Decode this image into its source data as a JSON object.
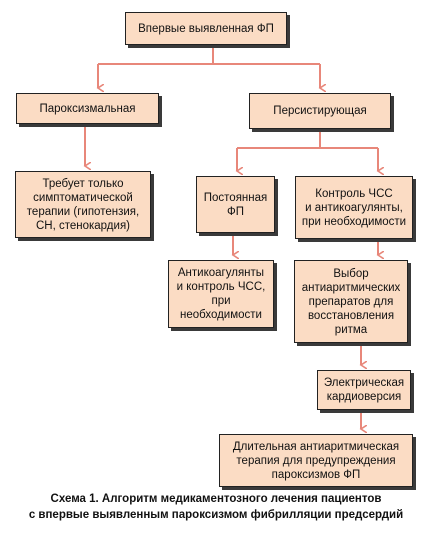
{
  "nodes": {
    "first_af": "Впервые выявленная ФП",
    "paroxysmal": "Пароксизмальная",
    "persistent": "Персистирующая",
    "symptomatic_only": "Требует только\nсимптоматической\nтерапии (гипотензия,\nСН, стенокардия)",
    "permanent": "Постоянная\nФП",
    "rate_control": "Контроль ЧСС\nи антикоагулянты,\nпри необходимости",
    "anticoag_rate": "Антикоагулянты\nи контроль ЧСС,\nпри\nнеобходимости",
    "drug_choice": "Выбор\nантиаритмических\nпрепаратов для\nвосстановления\nритма",
    "cardioversion": "Электрическая\nкардиоверсия",
    "long_term": "Длительная антиаритмическая\nтерапия для предупреждения\nпароксизмов ФП"
  },
  "caption": {
    "line1": "Схема 1. Алгоритм медикаментозного лечения пациентов",
    "line2": "с впервые выявленным пароксизмом фибрилляции предсердий"
  },
  "colors": {
    "box_fill": "#fbdcc4",
    "arrow": "#e8877a"
  }
}
